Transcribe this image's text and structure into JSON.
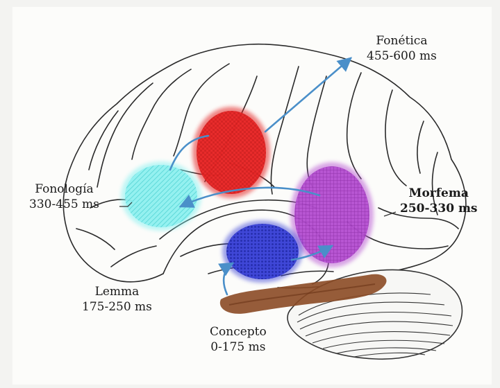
{
  "stages": {
    "fonetica": {
      "name": "Fonética",
      "time": "455-600 ms",
      "color": "#3a86c6"
    },
    "morfema": {
      "name": "Morfema",
      "time": "250-330 ms",
      "color": "#a63bc0"
    },
    "fonologia": {
      "name": "Fonología",
      "time": "330-455 ms",
      "color": "#6fe3e3"
    },
    "lemma": {
      "name": "Lemma",
      "time": "175-250 ms",
      "color": "#2e38c4"
    },
    "concepto": {
      "name": "Concepto",
      "time": "0-175 ms",
      "color": "#8b4a25"
    },
    "broca": {
      "color": "#e32222"
    }
  },
  "arrow_color": "#4a8fc9"
}
